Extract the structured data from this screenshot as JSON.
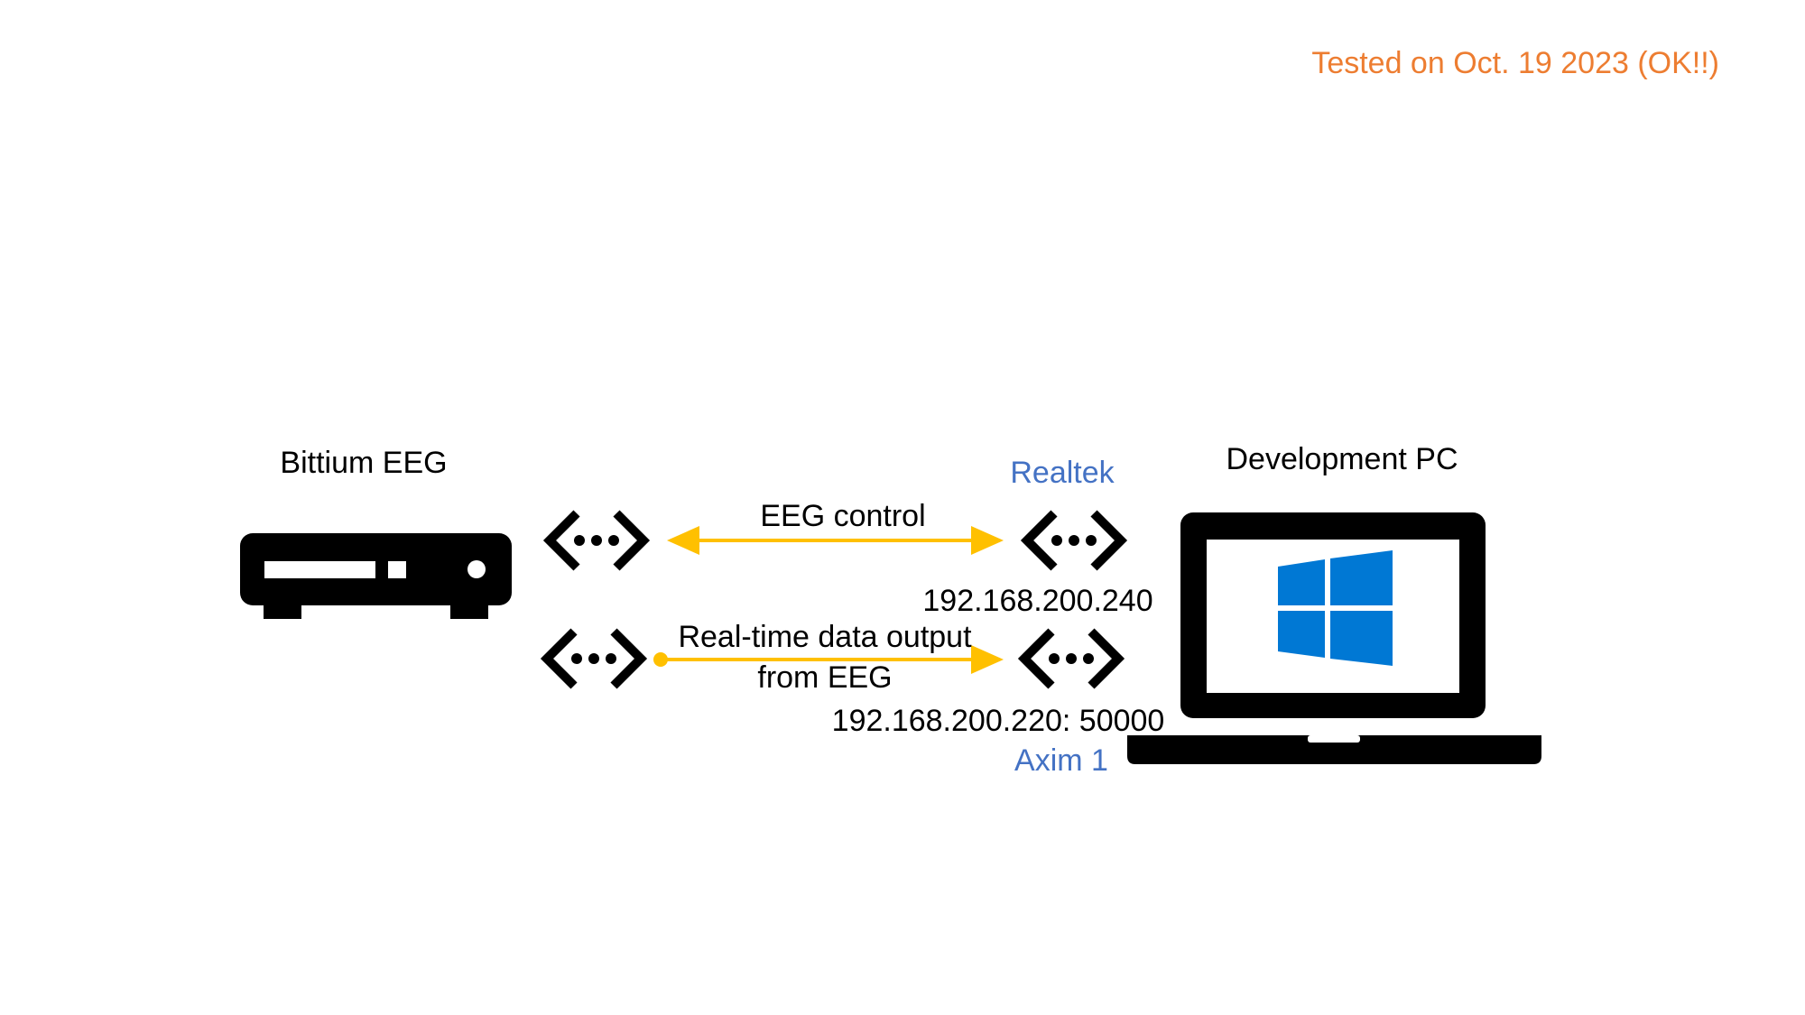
{
  "status_note": {
    "text": "Tested on Oct. 19 2023 (OK!!)",
    "color": "#ED7D31"
  },
  "nodes": {
    "eeg": {
      "label": "Bittium EEG",
      "icon": "server-device-icon"
    },
    "pc": {
      "label": "Development PC",
      "icon": "laptop-icon",
      "os_icon": "windows-logo-icon"
    }
  },
  "interfaces": {
    "realtek": {
      "name": "Realtek",
      "ip": "192.168.200.240",
      "color": "#4472C4"
    },
    "axim": {
      "name": "Axim 1",
      "ip": "192.168.200.220: 50000",
      "color": "#4472C4"
    }
  },
  "links": {
    "control": {
      "label": "EEG control",
      "direction": "bidirectional",
      "color": "#FFC000"
    },
    "data": {
      "label_line1": "Real-time data output",
      "label_line2": "from EEG",
      "direction": "eeg-to-pc",
      "color": "#FFC000"
    }
  },
  "network_icon": "network-connection-icon",
  "colors": {
    "device": "#000000",
    "windows": "#0078D4",
    "screen": "#ffffff"
  }
}
